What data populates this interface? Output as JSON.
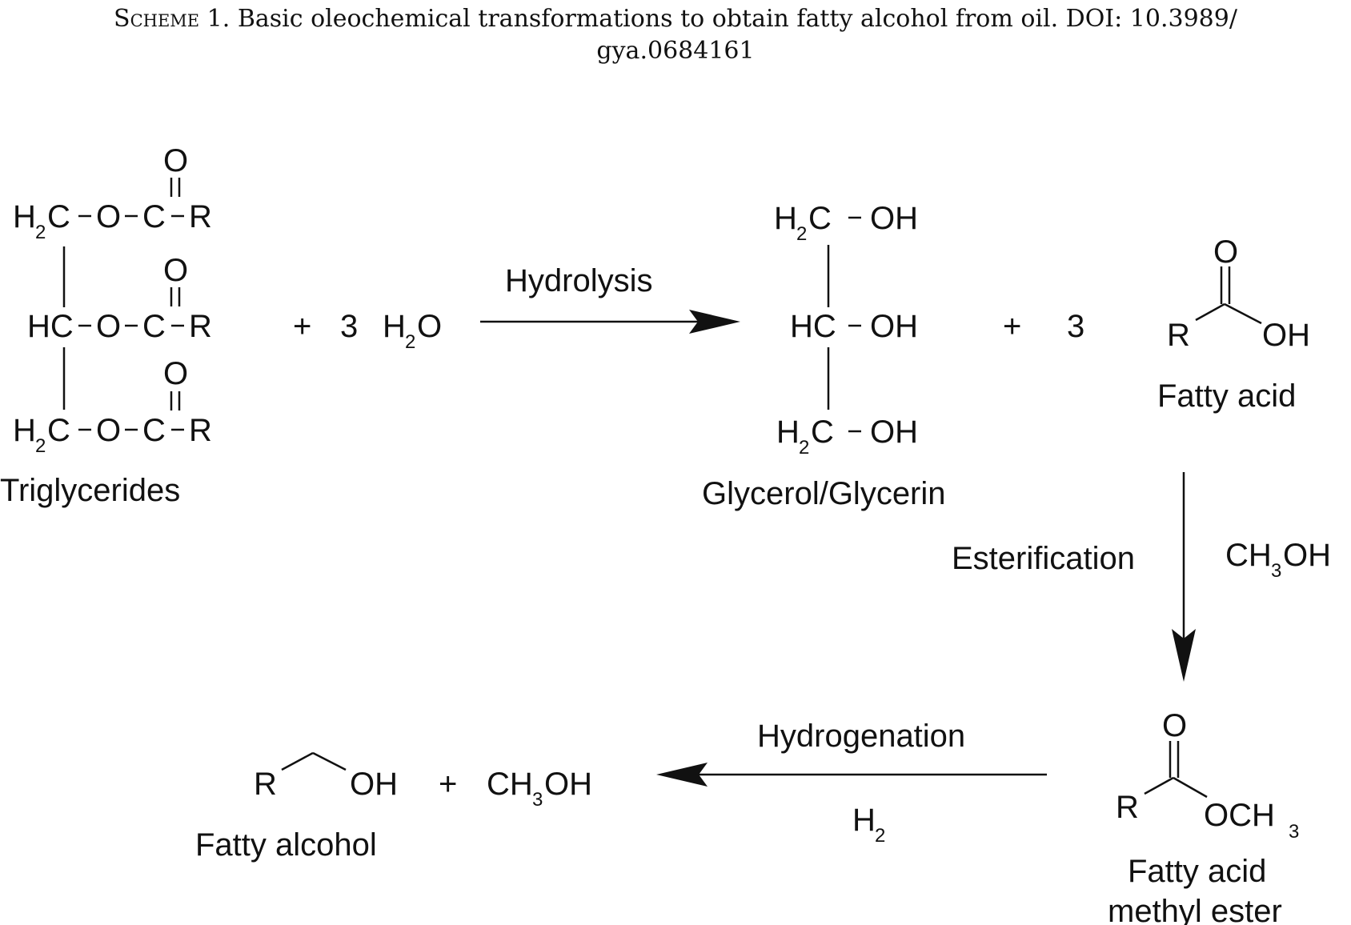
{
  "caption": {
    "prefix": "Scheme",
    "body": " 1. Basic oleochemical transformations to obtain fatty alcohol from oil. DOI: 10.3989/",
    "line2": "gya.0684161"
  },
  "atoms": {
    "H": "H",
    "C": "C",
    "O": "O",
    "R": "R",
    "OH": "OH",
    "HC": "HC",
    "sub2": "2",
    "sub3": "3"
  },
  "reagents": {
    "plus": "+",
    "three": "3",
    "ch": "CH",
    "oh": "OH",
    "och": "OCH"
  },
  "labels": {
    "triglycerides": "Triglycerides",
    "glycerol": "Glycerol/Glycerin",
    "fatty_acid": "Fatty acid",
    "fame_line1": "Fatty acid",
    "fame_line2": "methyl ester",
    "fatty_alcohol": "Fatty alcohol"
  },
  "steps": {
    "hydrolysis": "Hydrolysis",
    "esterification": "Esterification",
    "hydrogenation": "Hydrogenation"
  }
}
